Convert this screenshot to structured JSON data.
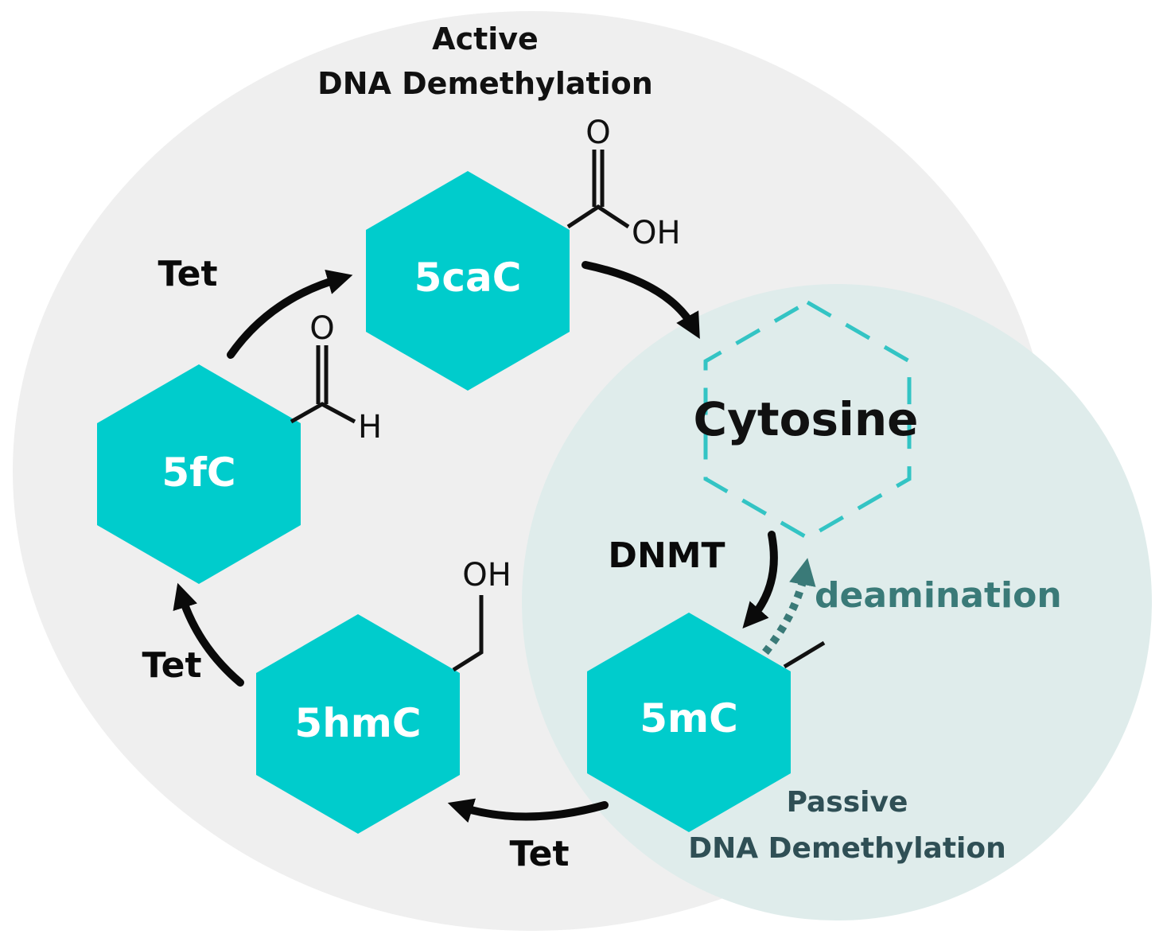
{
  "colors": {
    "active_region": "#efefef",
    "passive_region": "#dfeceb",
    "hexagon_fill": "#00cccc",
    "cytosine_outline": "#33c4c4",
    "deamination": "#3a7a78",
    "arrow": "#0a0a0a"
  },
  "active": {
    "title_line1": "Active",
    "title_line2": "DNA Demethylation"
  },
  "passive": {
    "title_line1": "Passive",
    "title_line2": "DNA Demethylation"
  },
  "nodes": {
    "caC": "5caC",
    "fC": "5fC",
    "hmC": "5hmC",
    "mC": "5mC",
    "cytosine": "Cytosine"
  },
  "substituents": {
    "caC_O": "O",
    "caC_OH": "OH",
    "fC_O": "O",
    "fC_H": "H",
    "hmC_OH": "OH"
  },
  "enzymes": {
    "tet_fC_to_caC": "Tet",
    "tet_hmC_to_fC": "Tet",
    "tet_mC_to_hmC": "Tet",
    "dnmt": "DNMT",
    "deamination": "deamination"
  }
}
